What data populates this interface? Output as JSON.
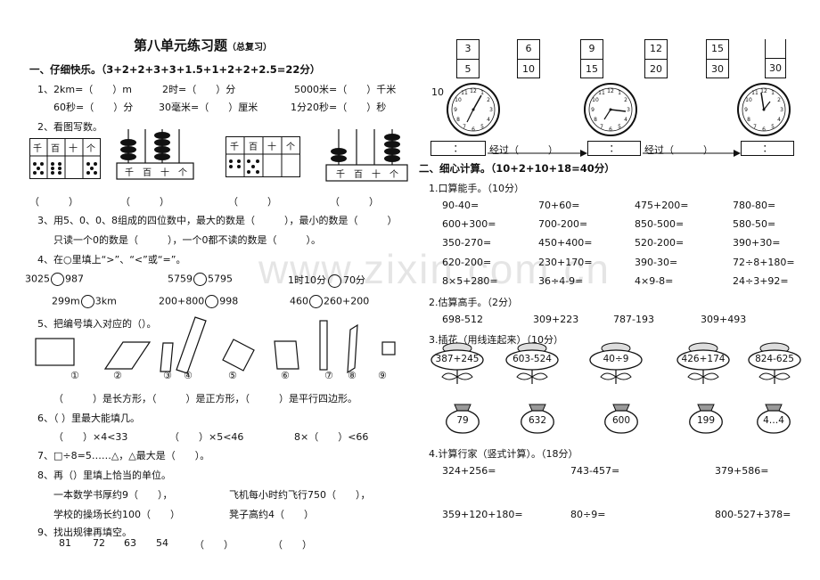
{
  "title": "第八单元练习题",
  "title_note": "（总复习）",
  "watermark": "www.zixin.com.cn",
  "part1": {
    "heading": "一、仔细快乐。（3+2+2+3+3+1.5+1+2+2+2.5=22分）",
    "q1_label": "1、",
    "q1_row1": [
      "2km=（　　）m",
      "2时=（　　）分",
      "5000米=（　　）千米"
    ],
    "q1_row2": [
      "60秒=（　　）分",
      "30毫米=（　　）厘米",
      "1分20秒=（　　）秒"
    ],
    "q2_label": "2、看图写数。",
    "abacus_headers_a": [
      "千",
      "百",
      "十",
      "个"
    ],
    "abacus_headers_b": [
      "千",
      "百",
      "十",
      "个"
    ],
    "abacus_base_labels": [
      "千　百　十　个",
      "千　百　十　个"
    ],
    "paren_row": [
      "（　　　）",
      "（　　　）",
      "（　　　）",
      "（　　　）"
    ],
    "q3_line1": "3、用5、0、0、8组成的四位数中，最大的数是（　　　），最小的数是（　　　）",
    "q3_line2": "只读一个0的数是（　　　），一个0都不读的数是（　　　）。",
    "q4_label": "4、在○里填上“>”、“<”或“=”。",
    "q4_row1": [
      [
        "3025",
        "987"
      ],
      [
        "5759",
        "5795"
      ],
      [
        "1时10分",
        "70分"
      ]
    ],
    "q4_row2": [
      [
        "299m",
        "3km"
      ],
      [
        "200+800",
        "998"
      ],
      [
        "460",
        "260+200"
      ]
    ],
    "q5_label": "5、把编号填入对应的（）。",
    "shape_numbers": [
      "①",
      "②",
      "③",
      "④",
      "⑤",
      "⑥",
      "⑦",
      "⑧",
      "⑨"
    ],
    "q5_answer": "（　　　）是长方形，（　　　）是正方形，（　　　）是平行四边形。",
    "q6_label": "6、（ ）里最大能填几。",
    "q6_items": [
      "（　　）×4<33",
      "（　　）×5<46",
      "8×（　　）<66"
    ],
    "q7": "7、□÷8=5……△，△最大是（　　）。",
    "q8_label": "8、再（）里填上恰当的单位。",
    "q8_row1": [
      "一本数学书厚约9（　　），",
      "飞机每小时约飞行750（　　），"
    ],
    "q8_row2": [
      "学校的操场长约100（　　）",
      "凳子高约4（　　）"
    ],
    "q9_label": "9、找出规律再填空。",
    "q9_seq": [
      "81",
      "72",
      "63",
      "54",
      "（　　）",
      "（　　）"
    ]
  },
  "clocks": {
    "fractions": [
      [
        "3",
        "5"
      ],
      [
        "6",
        "10"
      ],
      [
        "9",
        "15"
      ],
      [
        "12",
        "20"
      ],
      [
        "15",
        "30"
      ]
    ],
    "side_number": "10",
    "time_boxes": [
      "：",
      "：",
      "："
    ],
    "pass_labels": [
      "经过（　　　）",
      "经过（　　　）"
    ]
  },
  "part2": {
    "heading": "二、细心计算。（10+2+10+18=40分）",
    "s1_label": "1.口算能手。（10分）",
    "s1_rows": [
      [
        "90-40=",
        "70+60=",
        "475+200=",
        "780-80="
      ],
      [
        "600+300=",
        "700-200=",
        "850-500=",
        "580-50="
      ],
      [
        "350-270=",
        "450+400=",
        "520-200=",
        "390+30="
      ],
      [
        "620-200=",
        "230+170=",
        "390-30=",
        "72÷8+180="
      ],
      [
        "8×5+280=",
        "36÷4-9=",
        "4×9-8=",
        "24÷3+92="
      ]
    ],
    "s2_label": "2.估算高手。（2分）",
    "s2_items": [
      "698-512",
      "309+223",
      "787-193",
      "309+493"
    ],
    "s3_label": "3.插花（用线连起来）（10分）",
    "flowers": [
      "387+245",
      "603-524",
      "40÷9",
      "426+174",
      "824-625"
    ],
    "vases": [
      "79",
      "632",
      "600",
      "199",
      "4…4"
    ],
    "s4_label": "4.计算行家（竖式计算）。（18分）",
    "s4_row1": [
      "324+256=",
      "743-457=",
      "379+586="
    ],
    "s4_row2": [
      "359+120+180=",
      "80÷9=",
      "800-527+378="
    ]
  }
}
